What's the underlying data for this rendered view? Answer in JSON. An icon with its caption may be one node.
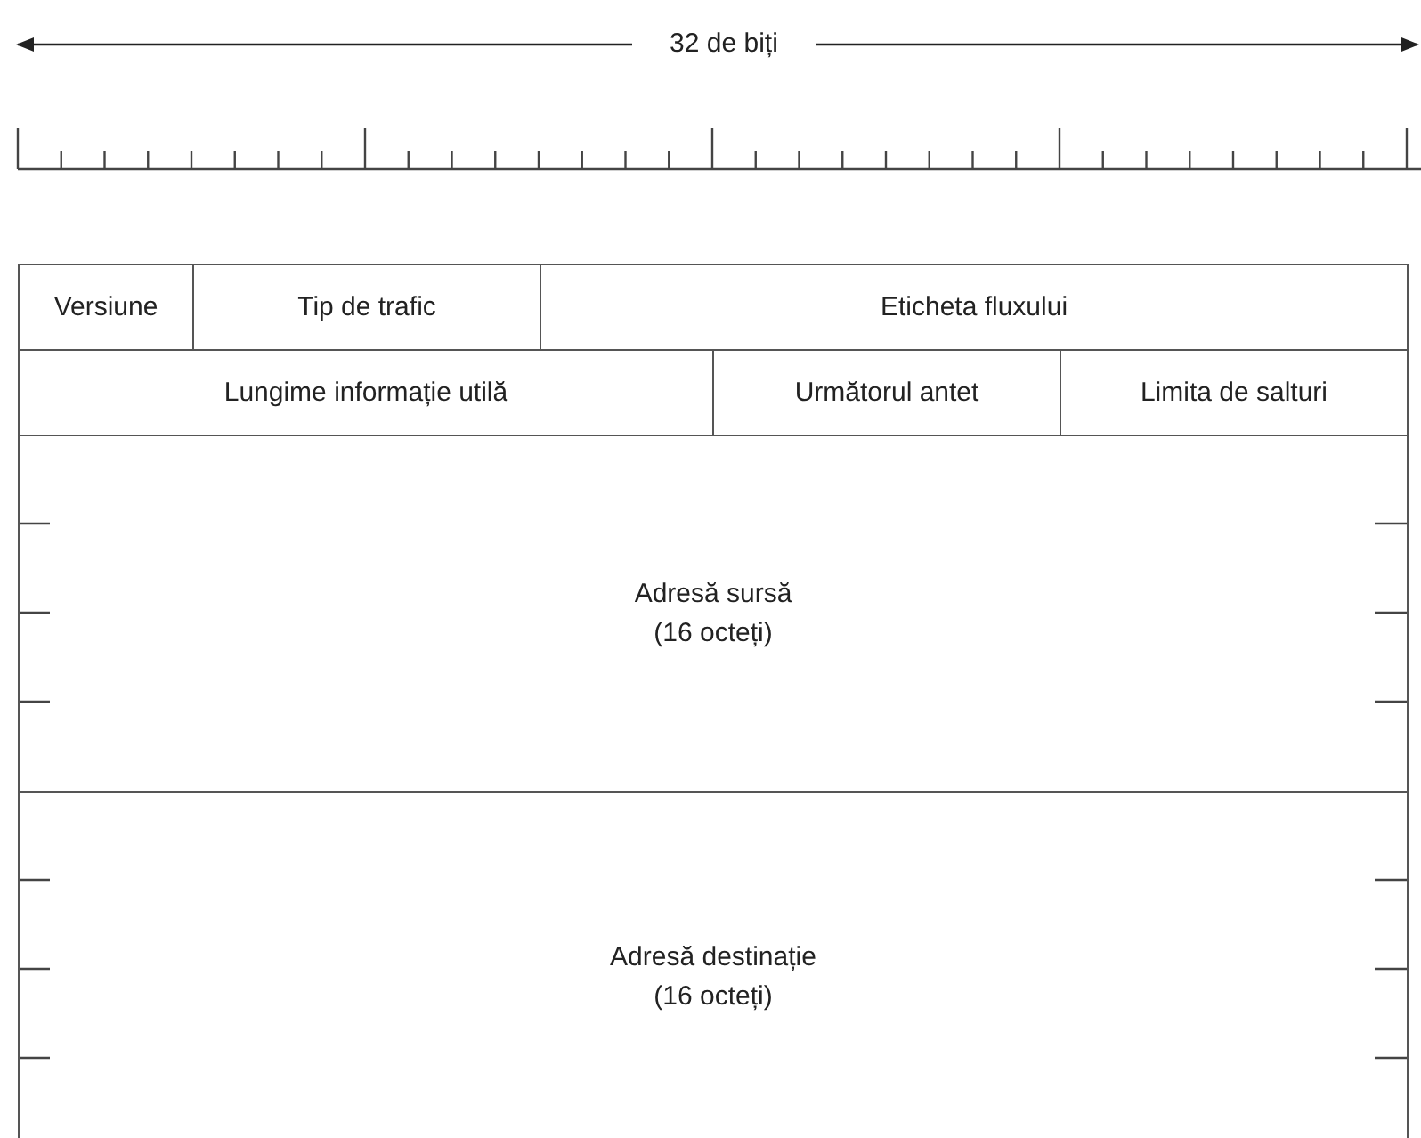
{
  "diagram": {
    "nodes": [
      {
        "text": [
          "Versiune"
        ]
      },
      {
        "text": [
          "Tip de trafic"
        ]
      },
      {
        "text": [
          "Eticheta fluxului"
        ]
      },
      {
        "text": [
          "Lungime informație utilă"
        ]
      },
      {
        "text": [
          "Următorul antet"
        ]
      },
      {
        "text": [
          "Limita de salturi"
        ]
      },
      {
        "text": [
          "Adresă sursă",
          "(16 octeți)"
        ]
      },
      {
        "text": [
          "Adresă destinație",
          "(16 octeți)"
        ]
      }
    ],
    "labels": [
      "32 de biți"
    ]
  }
}
